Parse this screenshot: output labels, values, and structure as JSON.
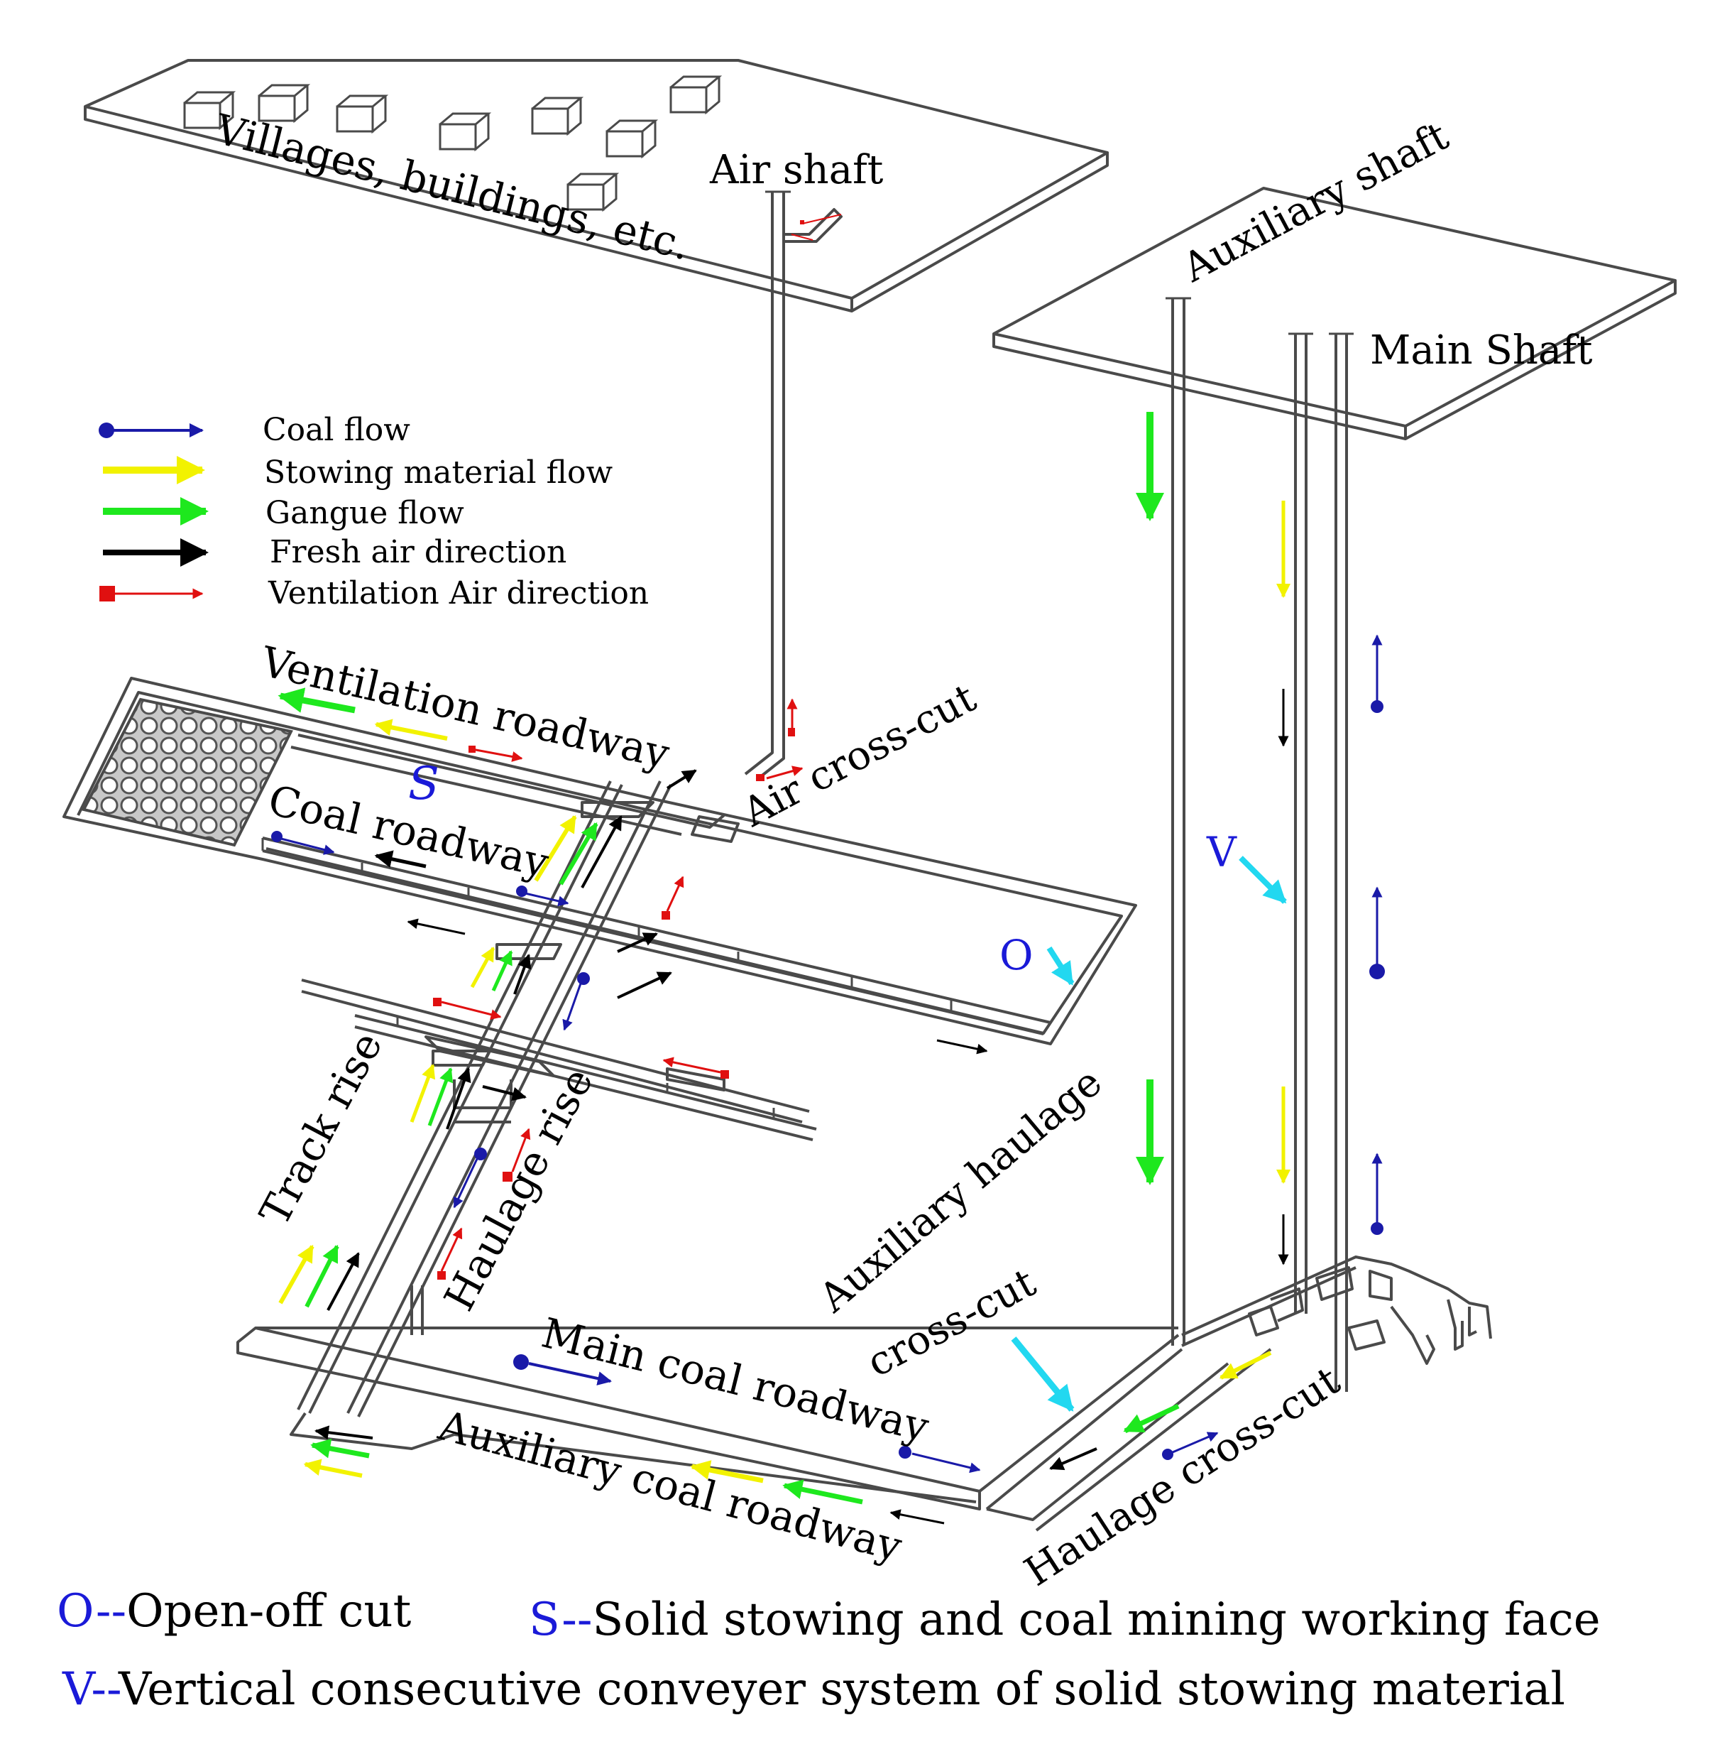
{
  "labels": {
    "villages": "Villages, buildings, etc.",
    "air_shaft": "Air shaft",
    "auxiliary_shaft": "Auxiliary shaft",
    "main_shaft": "Main Shaft",
    "ventilation_roadway": "Ventilation roadway",
    "air_cross_cut": "Air cross-cut",
    "coal_roadway": "Coal roadway",
    "track_rise": "Track rise",
    "haulage_rise": "Haulage rise",
    "auxiliary_haulage": "Auxiliary haulage",
    "cross_cut": "cross-cut",
    "main_coal_roadway": "Main coal roadway",
    "auxiliary_coal_roadway": "Auxiliary coal roadway",
    "haulage_cross_cut": "Haulage cross-cut"
  },
  "markers": {
    "s": "S",
    "o": "O",
    "v": "V"
  },
  "legend": [
    {
      "label": "Coal flow",
      "color": "#1a1aa8",
      "marker": "circle"
    },
    {
      "label": "Stowing material flow",
      "color": "#f2f200",
      "marker": "none"
    },
    {
      "label": "Gangue flow",
      "color": "#1ee81e",
      "marker": "none"
    },
    {
      "label": "Fresh air direction",
      "color": "#000000",
      "marker": "none"
    },
    {
      "label": "Ventilation Air direction",
      "color": "#e01010",
      "marker": "square"
    }
  ],
  "footer": {
    "o_key": "O--",
    "o_text": "Open-off cut",
    "s_key": "S--",
    "s_text": "Solid stowing and coal mining working face",
    "v_key": "V--",
    "v_text": "Vertical consecutive conveyer system of solid stowing material"
  },
  "colors": {
    "coal": "#1a1aa8",
    "stowing": "#f2f200",
    "gangue": "#1ee81e",
    "fresh_air": "#000000",
    "ventilation": "#e01010",
    "marker_blue": "#1a1ad8",
    "cyan": "#22d8f0"
  }
}
